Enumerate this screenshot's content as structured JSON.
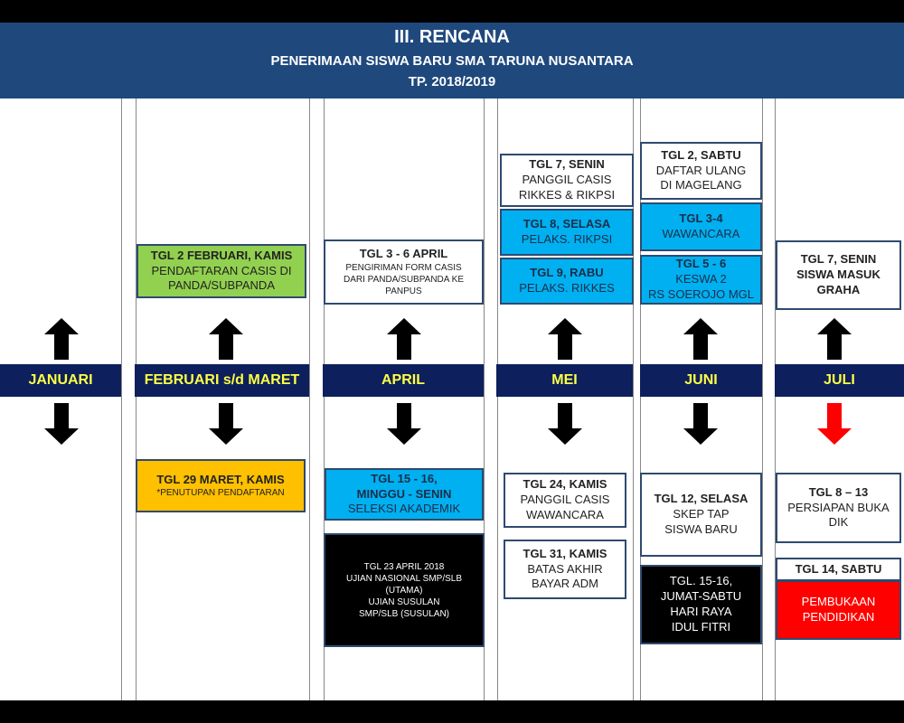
{
  "header": {
    "title": "III. RENCANA",
    "subtitle": "PENERIMAAN SISWA BARU SMA TARUNA NUSANTARA",
    "year": "TP.  2018/2019"
  },
  "months": [
    "JANUARI",
    "FEBRUARI s/d MARET",
    "APRIL",
    "MEI",
    "JUNI",
    "JULI"
  ],
  "top": {
    "feb": {
      "date": "TGL 2 FEBRUARI, KAMIS",
      "lines": [
        "PENDAFTARAN CASIS DI",
        "PANDA/SUBPANDA"
      ]
    },
    "apr": {
      "date": "TGL  3 - 6 APRIL",
      "lines": [
        "PENGIRIMAN FORM CASIS",
        "DARI PANDA/SUBPANDA KE",
        "PANPUS"
      ]
    },
    "mei1": {
      "date": "TGL 7, SENIN",
      "lines": [
        "PANGGIL CASIS",
        "RIKKES & RIKPSI"
      ]
    },
    "mei2": {
      "date": "TGL 8, SELASA",
      "lines": [
        "PELAKS. RIKPSI"
      ]
    },
    "mei3": {
      "date": "TGL 9, RABU",
      "lines": [
        "PELAKS. RIKKES"
      ]
    },
    "jun1": {
      "date": "TGL 2, SABTU",
      "lines": [
        "DAFTAR ULANG",
        "DI MAGELANG"
      ]
    },
    "jun2": {
      "date": "TGL  3-4",
      "lines": [
        "WAWANCARA"
      ]
    },
    "jun3": {
      "date": "TGL  5 - 6",
      "lines": [
        "KESWA 2",
        "RS SOEROJO MGL"
      ]
    },
    "jul": {
      "date": "TGL 7, SENIN",
      "lines": [
        "SISWA MASUK",
        "GRAHA"
      ]
    }
  },
  "bottom": {
    "feb": {
      "date": "TGL 29 MARET, KAMIS",
      "lines": [
        "*PENUTUPAN PENDAFTARAN"
      ]
    },
    "apr1": {
      "date": "TGL 15 - 16,",
      "date2": "MINGGU - SENIN",
      "lines": [
        "SELEKSI AKADEMIK"
      ]
    },
    "apr2": {
      "lines": [
        "TGL 23 APRIL 2018",
        "UJIAN NASIONAL  SMP/SLB",
        "(UTAMA)",
        "UJIAN SUSULAN",
        "SMP/SLB (SUSULAN)"
      ]
    },
    "mei1": {
      "date": "TGL 24,  KAMIS",
      "lines": [
        "PANGGIL CASIS",
        "WAWANCARA"
      ]
    },
    "mei2": {
      "date": "TGL 31, KAMIS",
      "lines": [
        "BATAS AKHIR",
        "BAYAR ADM"
      ]
    },
    "jun1": {
      "date": "TGL 12, SELASA",
      "lines": [
        "SKEP TAP",
        "SISWA BARU"
      ]
    },
    "jun2": {
      "lines": [
        "TGL. 15-16,",
        "JUMAT-SABTU",
        "HARI RAYA",
        "IDUL FITRI"
      ]
    },
    "jul1": {
      "date": "TGL 8 – 13",
      "lines": [
        "PERSIAPAN BUKA",
        "DIK"
      ]
    },
    "jul2": {
      "date": "TGL  14, SABTU",
      "lines": [
        "PEMBUKAAN",
        "PENDIDIKAN"
      ]
    }
  },
  "colors": {
    "header": "#1f497d",
    "month_bar": "#0d1f5c",
    "month_text": "#ffff44",
    "green": "#92d050",
    "blue": "#00b0f0",
    "orange": "#ffc000",
    "red": "#ff0000"
  }
}
